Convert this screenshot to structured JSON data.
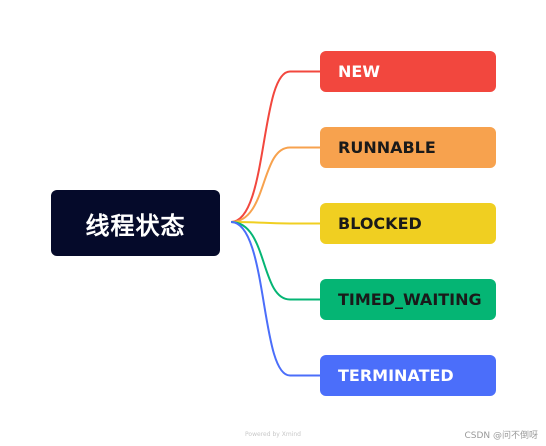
{
  "root": {
    "label": "线程状态"
  },
  "states": [
    {
      "label": "NEW",
      "color": "#f2473e",
      "text_color": "#ffffff"
    },
    {
      "label": "RUNNABLE",
      "color": "#f7a24e",
      "text_color": "#1a1a1a"
    },
    {
      "label": "BLOCKED",
      "color": "#f0cf21",
      "text_color": "#1a1a1a"
    },
    {
      "label": "TIMED_WAITING",
      "color": "#05b574",
      "text_color": "#1a1a1a"
    },
    {
      "label": "TERMINATED",
      "color": "#4b6efa",
      "text_color": "#ffffff"
    }
  ],
  "footer": {
    "powered": "Powered by Xmind",
    "watermark": "CSDN @问不倒呀"
  }
}
